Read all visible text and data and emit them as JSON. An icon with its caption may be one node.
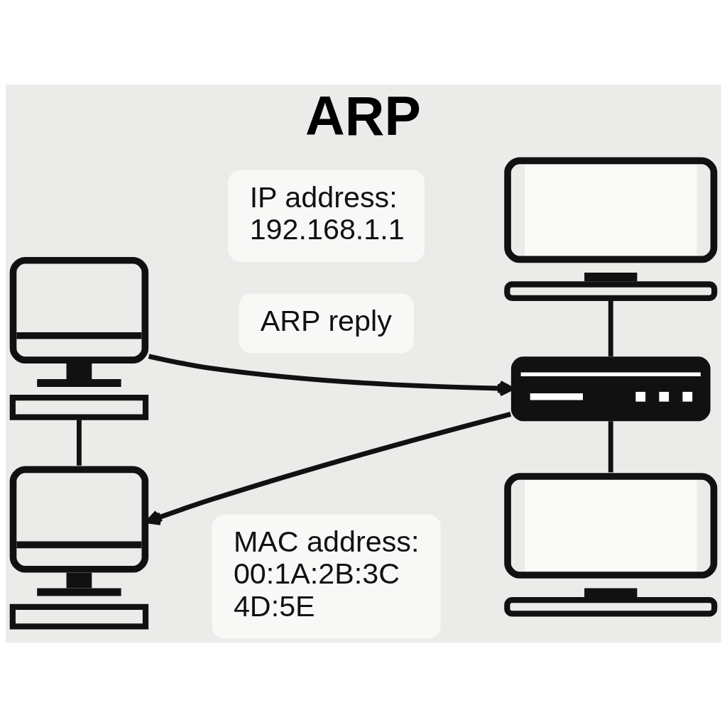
{
  "diagram": {
    "title": "ARP",
    "nodes": [
      {
        "text": [],
        "shape": "picture"
      },
      {
        "text": [],
        "shape": "picture"
      },
      {
        "text": [
          "IP address: 192.168.1.1"
        ]
      },
      {
        "text": [
          "ARP reply"
        ]
      },
      {
        "text": [],
        "shape": "picture"
      },
      {
        "text": [],
        "shape": "picture"
      },
      {
        "text": [],
        "shape": "picture"
      },
      {
        "text": [
          "MAC address: 00:1A:2B:3C 4D:5E"
        ]
      }
    ],
    "edges": [
      {
        "from": 0,
        "to": 5,
        "arrow": "none"
      },
      {
        "from": 1,
        "to": 4,
        "arrow": "none"
      },
      {
        "from": 4,
        "to": 6,
        "arrow": "none"
      },
      {
        "from": 0,
        "to": 4,
        "arrow": "to"
      },
      {
        "from": 4,
        "to": 5,
        "arrow": "to"
      }
    ]
  }
}
